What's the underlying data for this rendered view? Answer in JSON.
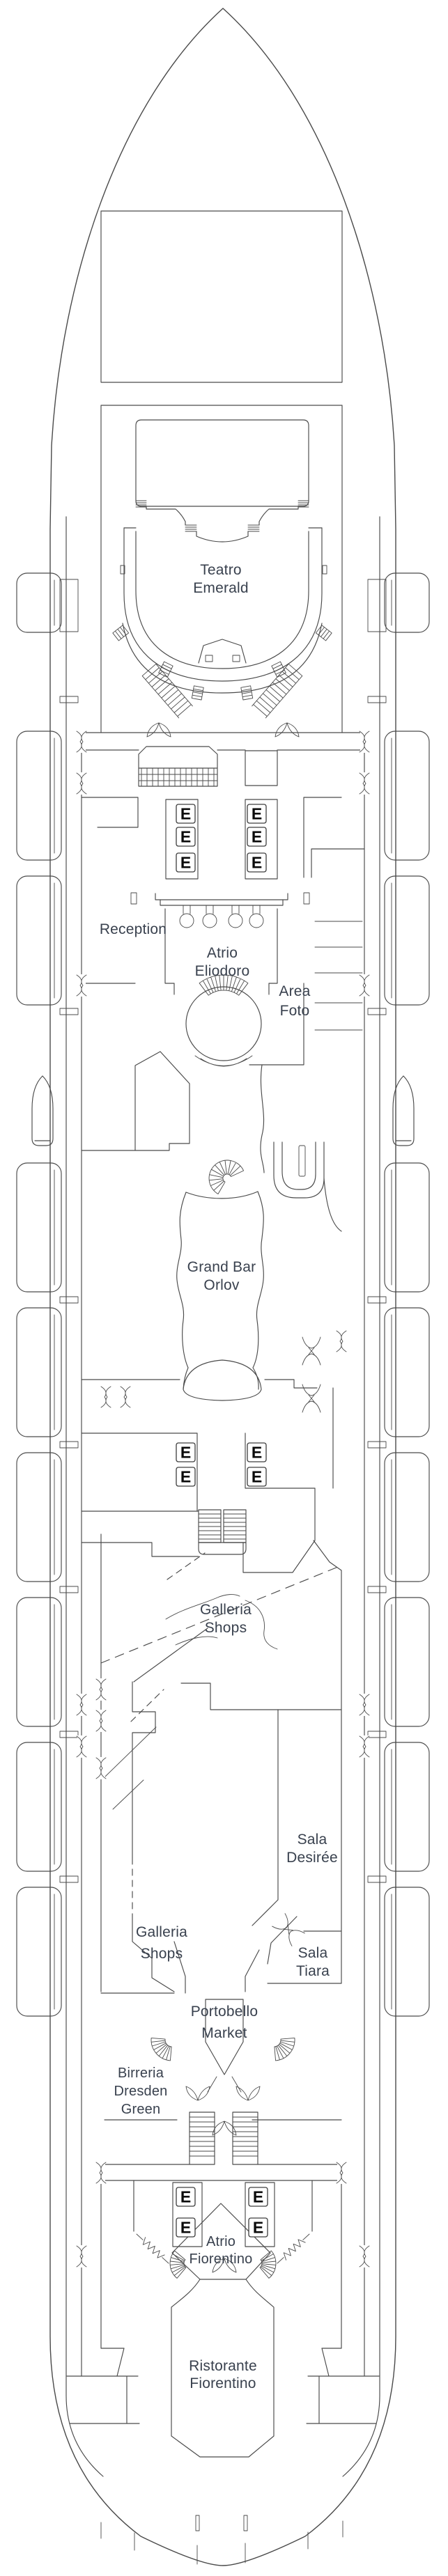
{
  "deck": {
    "type": "cruise-ship-deck-plan",
    "colors": {
      "background": "#ffffff",
      "line": "#4a4a4a",
      "label_text": "#39414e"
    },
    "elevator_symbol": "E",
    "elevator_car_count": 14,
    "symbols": [
      "elevator-icon",
      "stairs-icon",
      "spiral-stairs-icon",
      "watertight-door-icon",
      "double-door-icon",
      "lifeboat-icon",
      "fan-stairs-icon"
    ],
    "labels": [
      {
        "id": "teatro-emerald",
        "lines": [
          "Teatro",
          "Emerald"
        ]
      },
      {
        "id": "reception",
        "lines": [
          "Reception"
        ]
      },
      {
        "id": "atrio-eliodoro",
        "lines": [
          "Atrio",
          "Eliodoro"
        ]
      },
      {
        "id": "area-foto",
        "lines": [
          "Area",
          "Foto"
        ]
      },
      {
        "id": "grand-bar-orlov",
        "lines": [
          "Grand Bar",
          "Orlov"
        ]
      },
      {
        "id": "galleria-shops-fwd",
        "lines": [
          "Galleria",
          "Shops"
        ]
      },
      {
        "id": "sala-desiree",
        "lines": [
          "Sala",
          "Desirée"
        ]
      },
      {
        "id": "galleria-shops-aft",
        "lines": [
          "Galleria",
          "Shops"
        ]
      },
      {
        "id": "sala-tiara",
        "lines": [
          "Sala",
          "Tiara"
        ]
      },
      {
        "id": "portobello-market",
        "lines": [
          "Portobello",
          "Market"
        ]
      },
      {
        "id": "birreria-dresden-green",
        "lines": [
          "Birreria",
          "Dresden",
          "Green"
        ]
      },
      {
        "id": "atrio-fiorentino",
        "lines": [
          "Atrio",
          "Fiorentino"
        ]
      },
      {
        "id": "ristorante-fiorentino",
        "lines": [
          "Ristorante",
          "Fiorentino"
        ]
      }
    ]
  }
}
